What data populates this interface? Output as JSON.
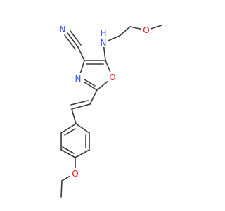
{
  "molecule": {
    "atoms": {
      "nitrile_n": "N",
      "amino_n": "N",
      "amino_h": "H",
      "methoxy_o": "O",
      "ring_n": "N",
      "ring_o": "O",
      "ethoxy_o": "O"
    }
  },
  "colors": {
    "bond": "#3a3a3a",
    "nitrogen": "#3050f8",
    "oxygen": "#ff0d0d",
    "background": "#ffffff"
  }
}
